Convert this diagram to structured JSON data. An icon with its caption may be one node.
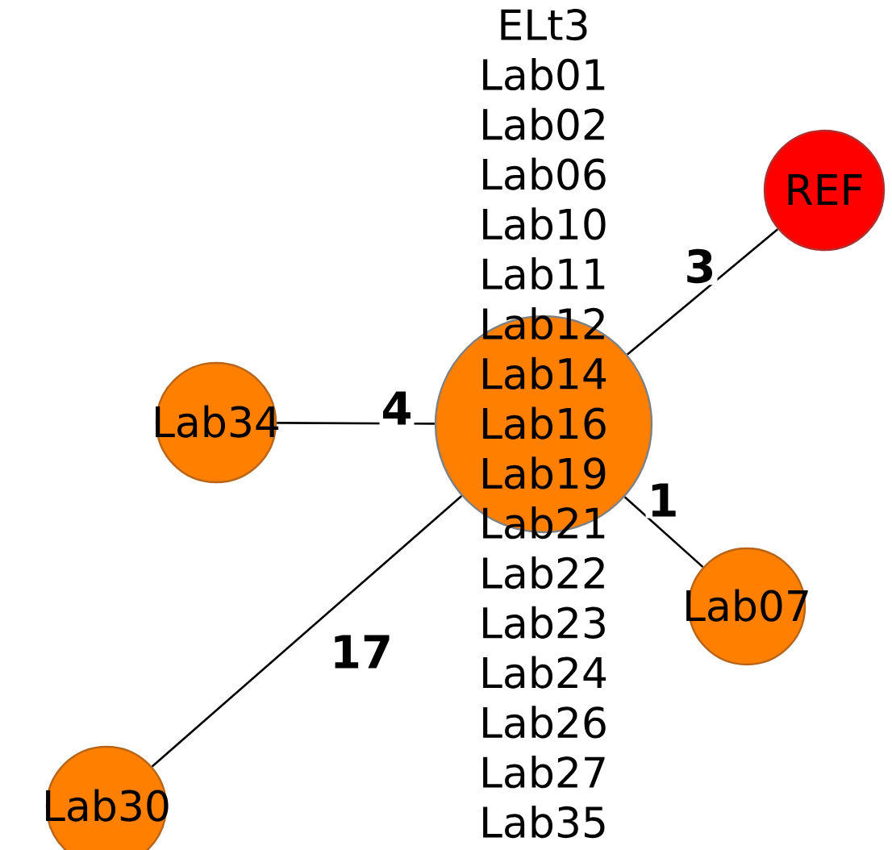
{
  "diagram": {
    "nodes": [
      {
        "text": [
          "ELt3",
          "Lab01",
          "Lab02",
          "Lab06",
          "Lab10",
          "Lab11",
          "Lab12",
          "Lab14",
          "Lab16",
          "Lab19",
          "Lab21",
          "Lab22",
          "Lab23",
          "Lab24",
          "Lab26",
          "Lab27",
          "Lab35"
        ]
      },
      {
        "text": [
          "REF"
        ]
      },
      {
        "text": [
          "Lab34"
        ]
      },
      {
        "text": [
          "Lab07"
        ]
      },
      {
        "text": [
          "Lab30"
        ]
      }
    ],
    "edges": [
      {
        "from": 0,
        "to": 1,
        "arrow": "none",
        "label": "3"
      },
      {
        "from": 0,
        "to": 2,
        "arrow": "none",
        "label": "4"
      },
      {
        "from": 0,
        "to": 3,
        "arrow": "none",
        "label": "1"
      },
      {
        "from": 0,
        "to": 4,
        "arrow": "none",
        "label": "17"
      }
    ]
  }
}
